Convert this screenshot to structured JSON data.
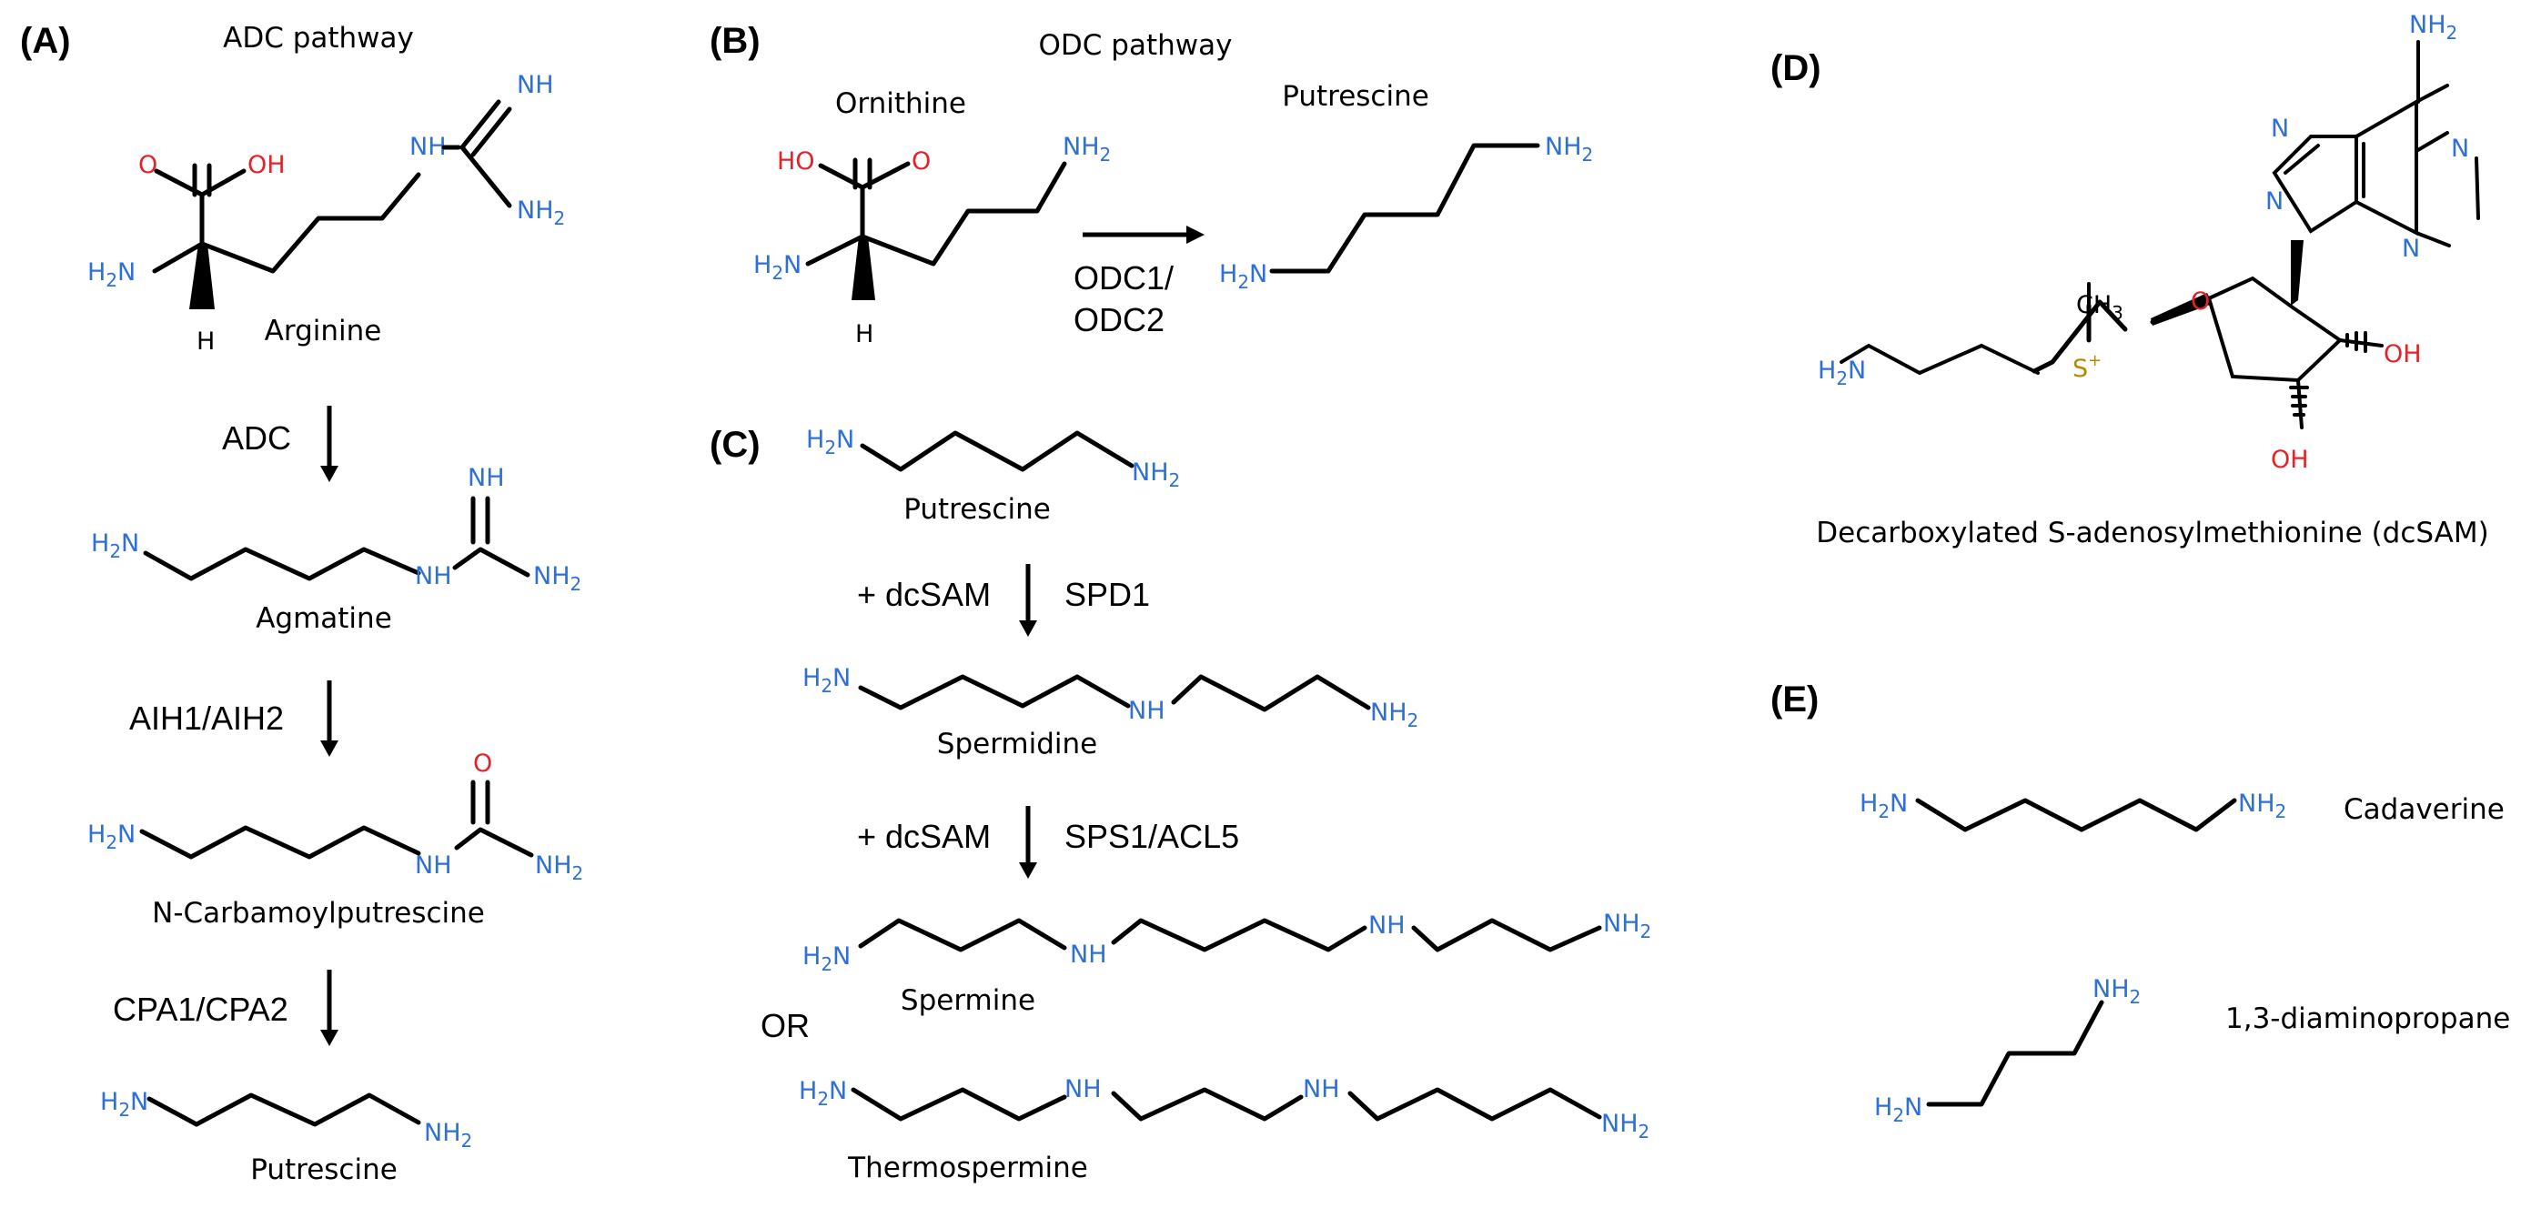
{
  "panels": {
    "a": "(A)",
    "b": "(B)",
    "c": "(C)",
    "d": "(D)",
    "e": "(E)"
  },
  "titles": {
    "adc": "ADC pathway",
    "odc": "ODC pathway"
  },
  "compounds": {
    "arginine": "Arginine",
    "agmatine": "Agmatine",
    "ncp": "N-Carbamoylputrescine",
    "putrescine": "Putrescine",
    "ornithine": "Ornithine",
    "spermidine": "Spermidine",
    "spermine": "Spermine",
    "thermospermine": "Thermospermine",
    "dcsam": "Decarboxylated S-adenosylmethionine (dcSAM)",
    "cadaverine": "Cadaverine",
    "dap": "1,3-diaminopropane"
  },
  "enzymes": {
    "adc": "ADC",
    "aih": "AIH1/AIH2",
    "cpa": "CPA1/CPA2",
    "odc1": "ODC1/",
    "odc2": "ODC2",
    "spd1": "SPD1",
    "sps": "SPS1/ACL5"
  },
  "cofactors": {
    "dcsam1": "+ dcSAM",
    "dcsam2": "+ dcSAM"
  },
  "connectors": {
    "or": "OR"
  },
  "atoms": {
    "H": "H",
    "O": "O",
    "N": "N",
    "S": "S",
    "NH": "NH",
    "HN": "HN",
    "OH": "OH",
    "HO": "HO",
    "NH2": "NH",
    "H2N_H": "H",
    "H2N_N": "N",
    "sub2": "2",
    "CH3": "CH",
    "sub3": "3",
    "plus": "+"
  },
  "colors": {
    "nitrogen": "#2e6fd8",
    "oxygen": "#e0242b",
    "sulfur": "#b08a00",
    "bond": "#000000"
  }
}
